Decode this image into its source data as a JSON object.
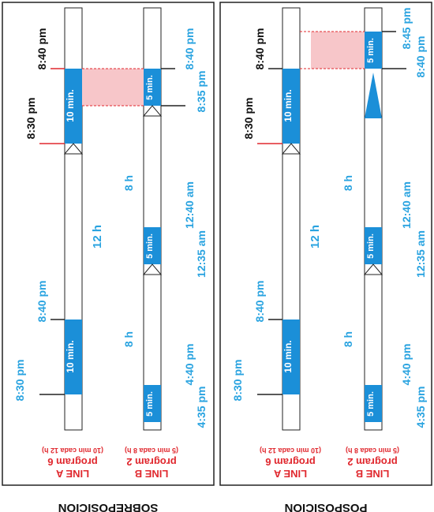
{
  "panels": [
    {
      "title": "SOBREPOSICIÓN",
      "line_a": {
        "line": "LINE A",
        "program": "program 6",
        "note": "(10 min cada 12 h)",
        "block": "10 min.",
        "gap": "12 h",
        "t1": "8:30 pm",
        "t2": "8:40 pm",
        "t3": "8:30 pm",
        "t4": "8:40 pm"
      },
      "line_b": {
        "line": "LINE B",
        "program": "program 2",
        "note": "(5 min cada 8 h)",
        "block": "5 min.",
        "gap": "8 h",
        "t1": "4:35 pm",
        "t2": "4:40 pm",
        "t3": "12:35 am",
        "t4": "12:40 am",
        "t5": "8:35 pm",
        "t6": "8:40 pm"
      }
    },
    {
      "title": "POSPOSICIÓN",
      "line_a": {
        "line": "LINE A",
        "program": "program 6",
        "note": "(10 min cada 12 h)",
        "block": "10 min.",
        "gap": "12 h",
        "t1": "8:30 pm",
        "t2": "8:40 pm",
        "t3": "8:30 pm",
        "t4": "8:40 pm"
      },
      "line_b": {
        "line": "LINE B",
        "program": "program 2",
        "note": "(5 min cada 8 h)",
        "block": "5 min.",
        "gap": "8 h",
        "t1": "4:35 pm",
        "t2": "4:40 pm",
        "t3": "12:35 am",
        "t4": "12:40 am",
        "t5": "8:40 pm",
        "t6": "8:45 pm"
      }
    }
  ],
  "colors": {
    "block_blue": "#1b8fd8",
    "label_blue": "#29a3e0",
    "label_red": "#e0282e",
    "overlap_pink": "#f7c6c9",
    "overlap_dash": "#e0282e"
  }
}
